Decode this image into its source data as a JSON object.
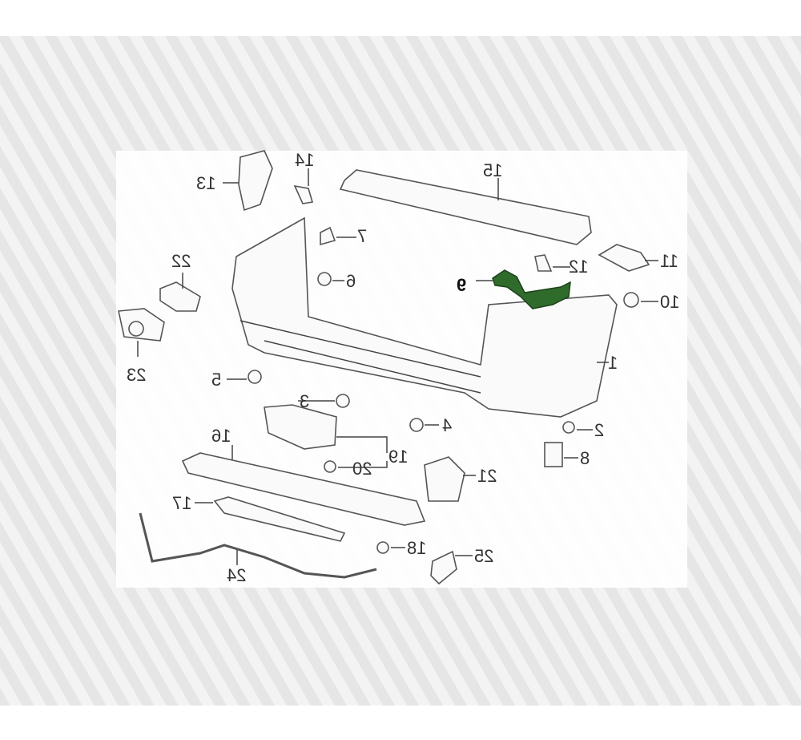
{
  "diagram": {
    "title": "Rear bumper parts diagram",
    "highlight_color": "#2f6b2a",
    "callouts": [
      {
        "n": "1"
      },
      {
        "n": "2"
      },
      {
        "n": "3"
      },
      {
        "n": "4"
      },
      {
        "n": "5"
      },
      {
        "n": "6"
      },
      {
        "n": "7"
      },
      {
        "n": "8"
      },
      {
        "n": "9",
        "highlighted": true
      },
      {
        "n": "10"
      },
      {
        "n": "11"
      },
      {
        "n": "12"
      },
      {
        "n": "13"
      },
      {
        "n": "14"
      },
      {
        "n": "15"
      },
      {
        "n": "16"
      },
      {
        "n": "17"
      },
      {
        "n": "18"
      },
      {
        "n": "19"
      },
      {
        "n": "20"
      },
      {
        "n": "21"
      },
      {
        "n": "22"
      },
      {
        "n": "23"
      },
      {
        "n": "24"
      },
      {
        "n": "25"
      }
    ]
  }
}
